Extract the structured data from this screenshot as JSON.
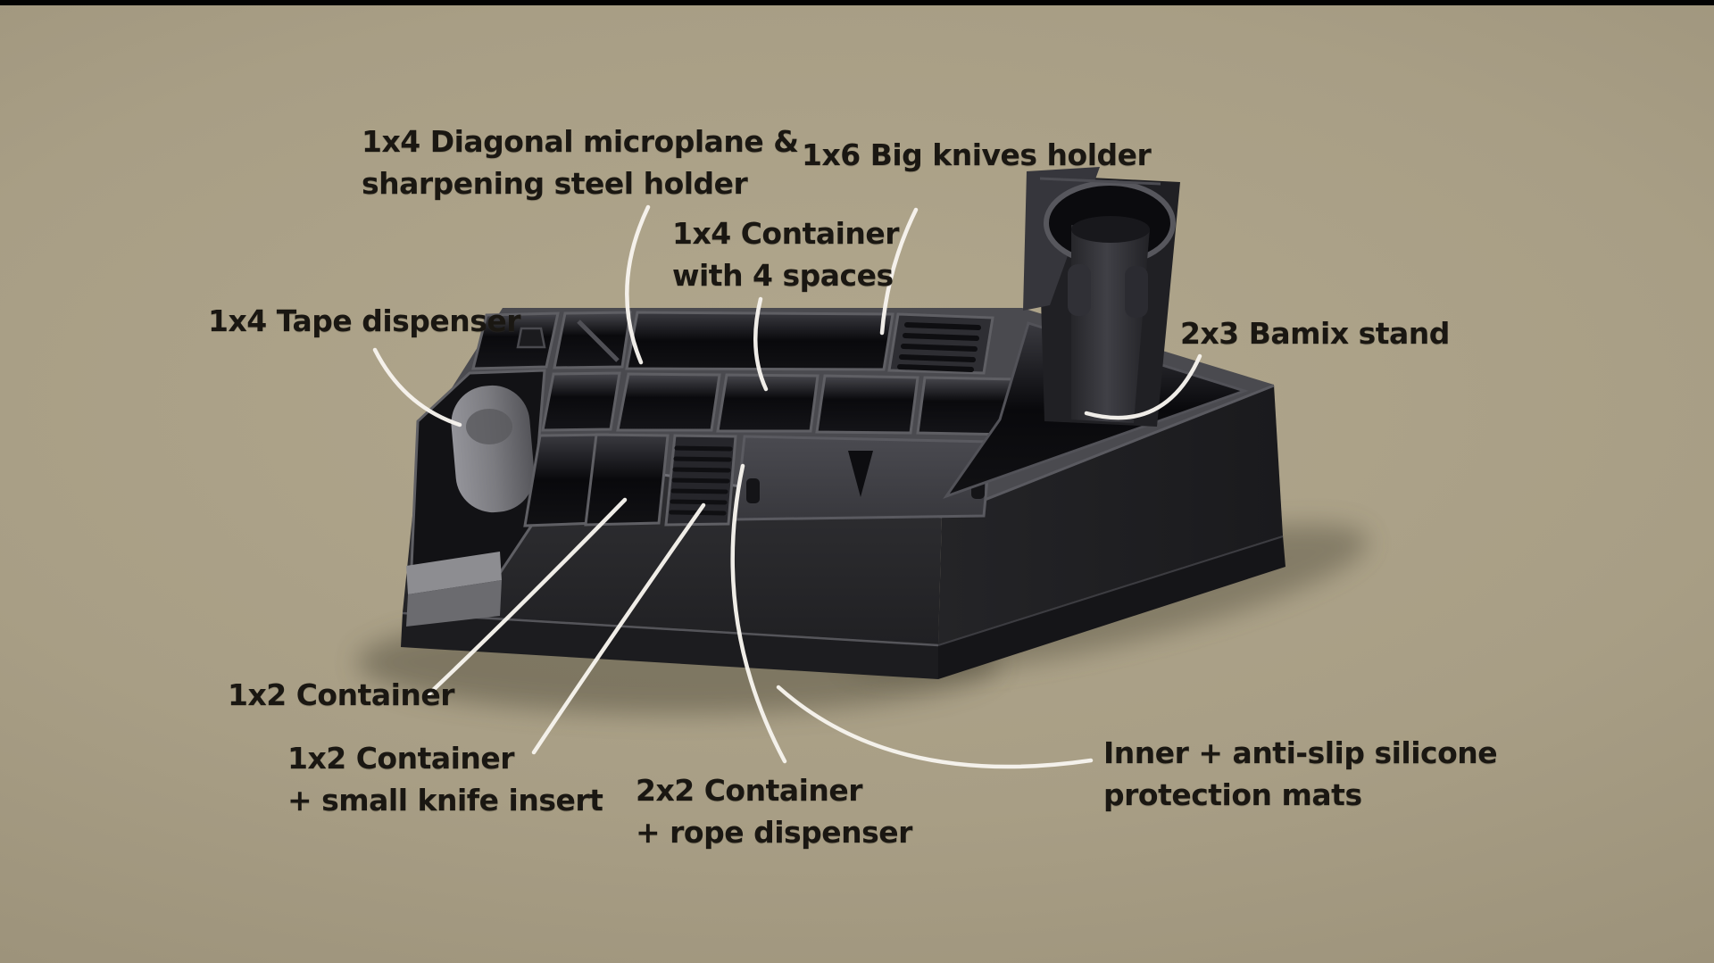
{
  "callouts": {
    "microplane": {
      "line1": "1x4 Diagonal microplane &",
      "line2": "sharpening steel holder"
    },
    "big_knives": {
      "text": "1x6 Big knives holder"
    },
    "container_4spaces": {
      "line1": "1x4 Container",
      "line2": "with 4 spaces"
    },
    "tape_dispenser": {
      "text": "1x4 Tape dispenser"
    },
    "bamix_stand": {
      "text": "2x3 Bamix stand"
    },
    "container_1x2": {
      "text": "1x2 Container"
    },
    "small_knife": {
      "line1": "1x2 Container",
      "line2": "+ small knife insert"
    },
    "rope_dispenser": {
      "line1": "2x2 Container",
      "line2": "+ rope dispenser"
    },
    "protection_mats": {
      "line1": "Inner + anti-slip silicone",
      "line2": "protection mats"
    }
  },
  "colors": {
    "background": "#a89e85",
    "product_body": "#2b2b2e",
    "product_dark_face": "#1d1d20",
    "top_rim": "#4c4c50",
    "compartment_interior": "#0b0b0e",
    "lid": "#414146",
    "tape_roll": "#87878b",
    "annotation_line": "#f7f4ee",
    "label_text": "#1a1712",
    "letterbox": "#030303"
  }
}
